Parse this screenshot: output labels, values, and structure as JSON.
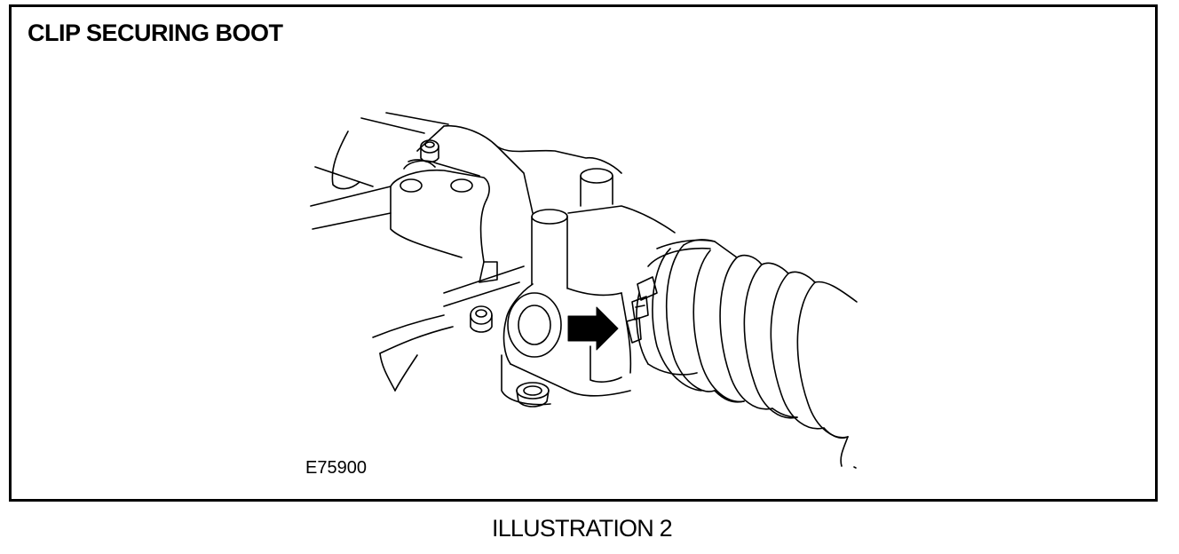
{
  "title": "CLIP SECURING BOOT",
  "figure_code": "E75900",
  "caption": "ILLUSTRATION 2",
  "colors": {
    "line": "#000000",
    "background": "#ffffff",
    "arrow": "#000000"
  }
}
